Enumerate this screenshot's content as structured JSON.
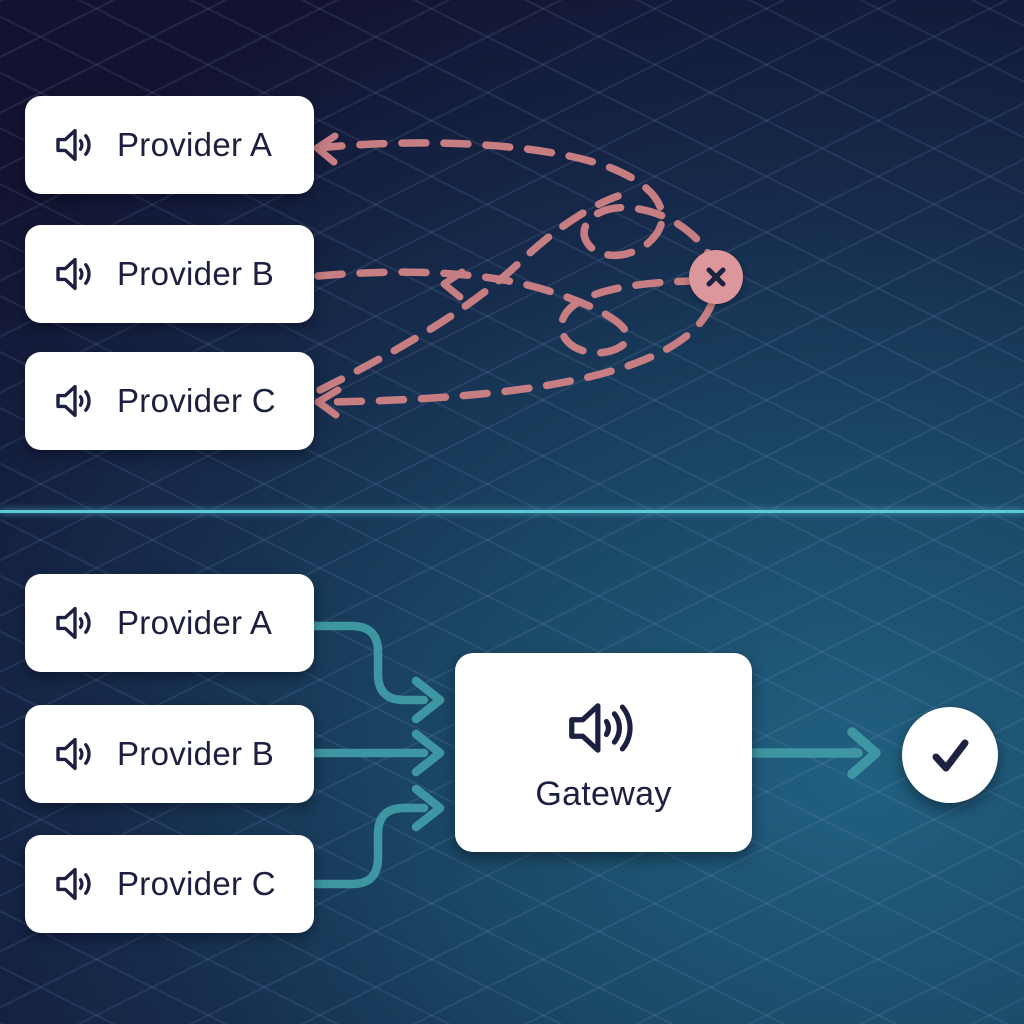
{
  "top_section": {
    "description": "tangled direct provider connections failing",
    "providers": [
      "Provider A",
      "Provider B",
      "Provider C"
    ],
    "failure_icon": "x-mark",
    "line_color": "#c67e82",
    "failure_badge_color": "#db979c"
  },
  "bottom_section": {
    "description": "providers routed through gateway succeeding",
    "providers": [
      "Provider A",
      "Provider B",
      "Provider C"
    ],
    "gateway_label": "Gateway",
    "success_icon": "check-mark",
    "arrow_color": "#3f96a3"
  },
  "icons": {
    "provider_card": "speaker-icon",
    "gateway_card": "speaker-icon",
    "failure": "x-icon",
    "success": "check-icon"
  },
  "colors": {
    "background_dark_navy": "#131331",
    "background_teal": "#216080",
    "grid_line": "#8aa2d4",
    "card_background": "#ffffff",
    "card_text": "#1c2040",
    "divider": "#5cc9d9",
    "error_line": "#c67e82",
    "success_line": "#3f96a3"
  }
}
